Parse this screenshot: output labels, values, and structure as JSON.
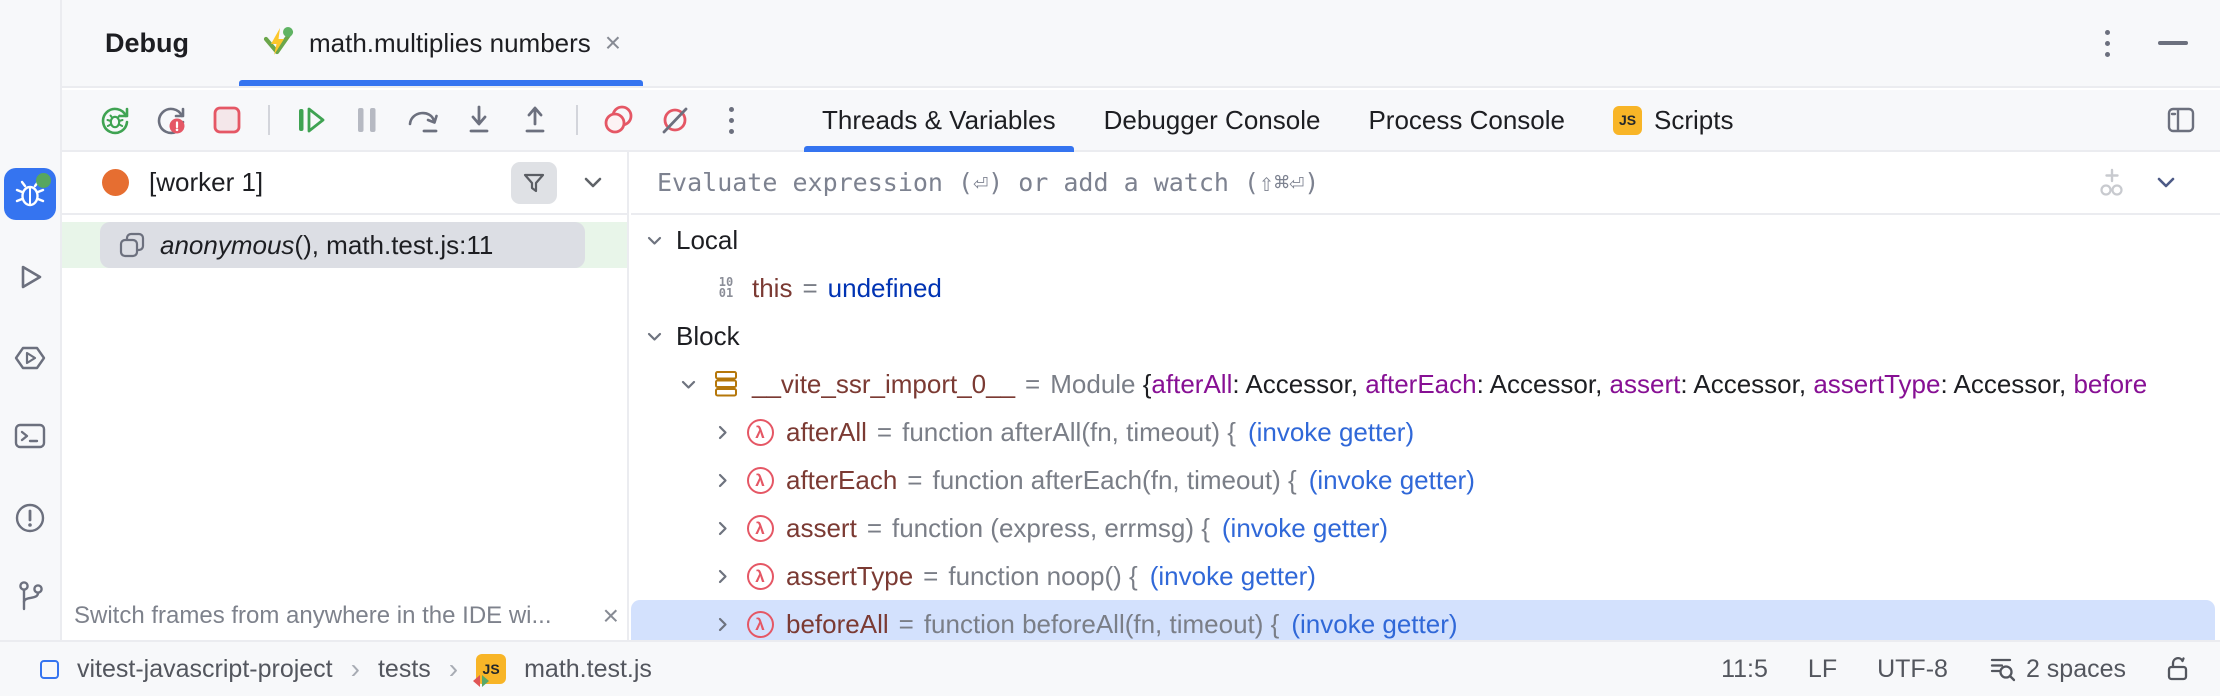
{
  "header": {
    "title": "Debug",
    "tab_label": "math.multiplies numbers"
  },
  "toolbar": {
    "tabs": [
      {
        "label": "Threads & Variables"
      },
      {
        "label": "Debugger Console"
      },
      {
        "label": "Process Console"
      },
      {
        "label": "Scripts"
      }
    ]
  },
  "icons": {
    "close": "×",
    "lambda": "λ",
    "js_label": "JS",
    "primitive_top": "10",
    "primitive_bottom": "01",
    "crumb_sep": "›"
  },
  "symbols": {
    "eq": "="
  },
  "frames": {
    "session_label": "[worker 1]",
    "frame_fn": "anonymous",
    "frame_rest": "(), math.test.js:11",
    "hint": "Switch frames from anywhere in the IDE wi..."
  },
  "evaluate": {
    "placeholder": "Evaluate expression (⏎) or add a watch (⇧⌘⏎)"
  },
  "variables": {
    "local_label": "Local",
    "block_label": "Block",
    "this_row": {
      "name": "this",
      "value": "undefined"
    },
    "module_row": {
      "name": "__vite_ssr_import_0__",
      "value_type": "Module ",
      "open_brace": "{",
      "entries": [
        {
          "key": "afterAll",
          "rest": ": Accessor, "
        },
        {
          "key": "afterEach",
          "rest": ": Accessor, "
        },
        {
          "key": "assert",
          "rest": ": Accessor, "
        },
        {
          "key": "assertType",
          "rest": ": Accessor, "
        },
        {
          "key": "before",
          "rest": ""
        }
      ]
    },
    "getters": [
      {
        "name": "afterAll",
        "value": "function afterAll(fn, timeout) {",
        "action": "(invoke getter)"
      },
      {
        "name": "afterEach",
        "value": "function afterEach(fn, timeout) {",
        "action": "(invoke getter)"
      },
      {
        "name": "assert",
        "value": "function (express, errmsg) {",
        "action": "(invoke getter)"
      },
      {
        "name": "assertType",
        "value": "function noop() {",
        "action": "(invoke getter)"
      },
      {
        "name": "beforeAll",
        "value": "function beforeAll(fn, timeout) {",
        "action": "(invoke getter)"
      }
    ]
  },
  "status": {
    "project": "vitest-javascript-project",
    "folder": "tests",
    "file": "math.test.js",
    "caret": "11:5",
    "line_ending": "LF",
    "encoding": "UTF-8",
    "indent": "2 spaces"
  },
  "colors": {
    "accent": "#3574f0",
    "selection_blue": "#d3e1fd",
    "frame_green": "#e8f5e9",
    "name_maroon": "#7b3a33",
    "keyword_blue": "#0033b3",
    "link_blue": "#3068d8",
    "key_purple": "#871094",
    "error_red": "#e55765",
    "run_green": "#3fa352",
    "worker_orange": "#e66e31",
    "js_amber": "#f8b527"
  }
}
